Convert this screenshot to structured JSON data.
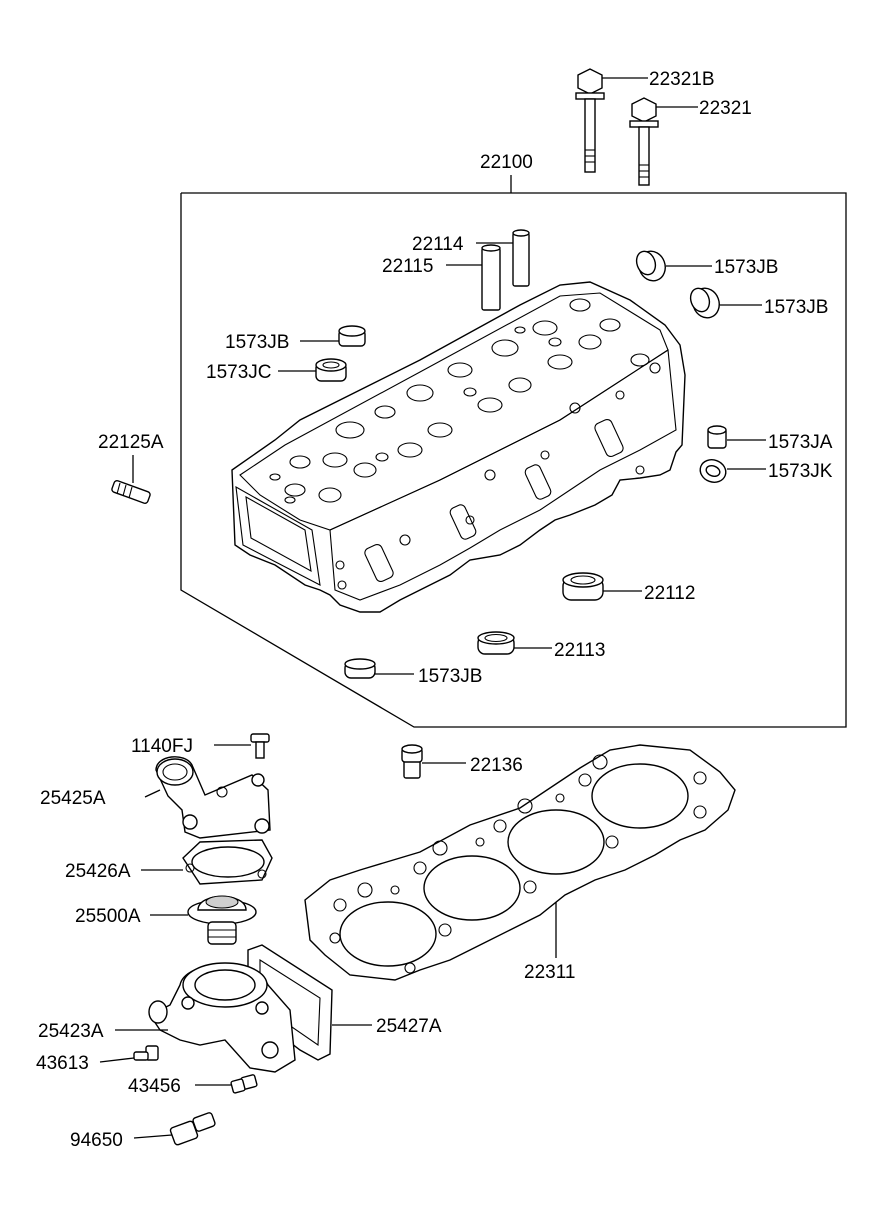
{
  "parts": [
    {
      "id": "p-22321b",
      "number": "22321B"
    },
    {
      "id": "p-22321",
      "number": "22321"
    },
    {
      "id": "p-22100",
      "number": "22100"
    },
    {
      "id": "p-22114",
      "number": "22114"
    },
    {
      "id": "p-22115",
      "number": "22115"
    },
    {
      "id": "p-1573jb-a",
      "number": "1573JB"
    },
    {
      "id": "p-1573jb-b",
      "number": "1573JB"
    },
    {
      "id": "p-1573jb-c",
      "number": "1573JB"
    },
    {
      "id": "p-1573jc",
      "number": "1573JC"
    },
    {
      "id": "p-22125a",
      "number": "22125A"
    },
    {
      "id": "p-1573ja",
      "number": "1573JA"
    },
    {
      "id": "p-1573jk",
      "number": "1573JK"
    },
    {
      "id": "p-22112",
      "number": "22112"
    },
    {
      "id": "p-22113",
      "number": "22113"
    },
    {
      "id": "p-1573jb-d",
      "number": "1573JB"
    },
    {
      "id": "p-1140fj",
      "number": "1140FJ"
    },
    {
      "id": "p-22136",
      "number": "22136"
    },
    {
      "id": "p-25425a",
      "number": "25425A"
    },
    {
      "id": "p-25426a",
      "number": "25426A"
    },
    {
      "id": "p-25500a",
      "number": "25500A"
    },
    {
      "id": "p-22311",
      "number": "22311"
    },
    {
      "id": "p-25423a",
      "number": "25423A"
    },
    {
      "id": "p-25427a",
      "number": "25427A"
    },
    {
      "id": "p-43613",
      "number": "43613"
    },
    {
      "id": "p-43456",
      "number": "43456"
    },
    {
      "id": "p-94650",
      "number": "94650"
    }
  ]
}
